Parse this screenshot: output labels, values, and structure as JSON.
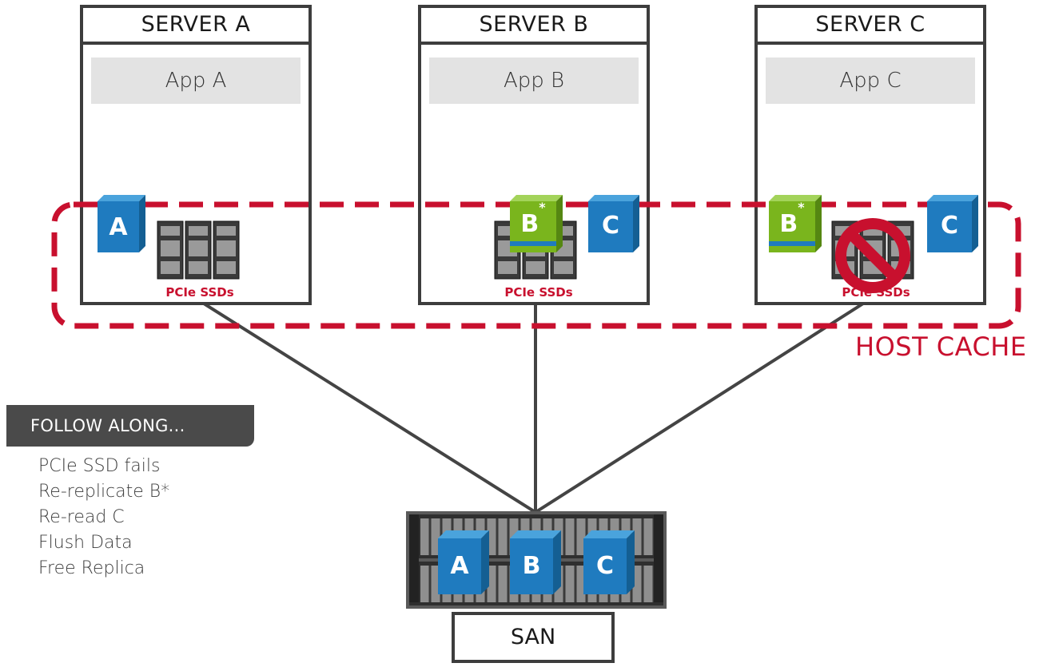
{
  "servers": [
    {
      "title": "SERVER A",
      "app": "App A",
      "ssd_label": "PCIe SSDs"
    },
    {
      "title": "SERVER B",
      "app": "App B",
      "ssd_label": "PCIe SSDs"
    },
    {
      "title": "SERVER C",
      "app": "App C",
      "ssd_label": "PCIe SSDs"
    }
  ],
  "cache_cubes": {
    "server_a": [
      "A"
    ],
    "server_b": [
      "B*",
      "C"
    ],
    "server_c": [
      "B*",
      "C"
    ]
  },
  "host_cache_label": "HOST CACHE",
  "follow_along": {
    "title": "FOLLOW ALONG...",
    "steps": [
      "PCIe SSD fails",
      "Re-replicate B*",
      "Re-read C",
      "Flush Data",
      "Free Replica"
    ]
  },
  "san": {
    "label": "SAN",
    "cubes": [
      "A",
      "B",
      "C"
    ]
  },
  "failure_icon": "prohibited-icon",
  "colors": {
    "accent_red": "#c8102e",
    "cube_blue": "#1f7bbf",
    "cube_green": "#7ab51d",
    "frame_gray": "#3d3d3d"
  }
}
